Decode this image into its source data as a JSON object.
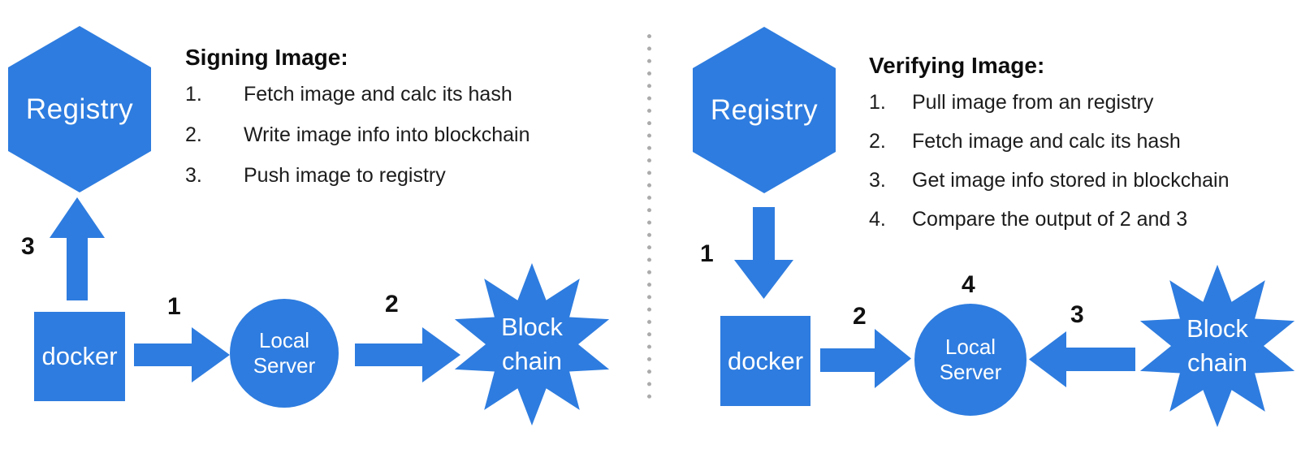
{
  "colors": {
    "shape_blue": "#2E7CDF",
    "divider_gray": "#ABABAB"
  },
  "diagram": {
    "left": {
      "registry": "Registry",
      "docker": "docker",
      "server_line1": "Local",
      "server_line2": "Server",
      "blockchain_line1": "Block",
      "blockchain_line2": "chain",
      "heading": "Signing Image:",
      "steps": [
        {
          "num": "1.",
          "text": "Fetch image and calc its hash"
        },
        {
          "num": "2.",
          "text": "Write image info into blockchain"
        },
        {
          "num": "3.",
          "text": "Push image to registry"
        }
      ],
      "arrow_to_registry_label": "3",
      "arrow_to_server_label": "1",
      "arrow_to_blockchain_label": "2"
    },
    "right": {
      "registry": "Registry",
      "docker": "docker",
      "server_line1": "Local",
      "server_line2": "Server",
      "blockchain_line1": "Block",
      "blockchain_line2": "chain",
      "heading": "Verifying Image:",
      "steps": [
        {
          "num": "1.",
          "text": "Pull image from an registry"
        },
        {
          "num": "2.",
          "text": "Fetch image and calc its hash"
        },
        {
          "num": "3.",
          "text": "Get image info stored in blockchain"
        },
        {
          "num": "4.",
          "text": "Compare the output of 2 and 3"
        }
      ],
      "arrow_from_registry_label": "1",
      "arrow_to_server_label": "2",
      "arrow_from_blockchain_label": "3",
      "compare_label": "4"
    }
  }
}
